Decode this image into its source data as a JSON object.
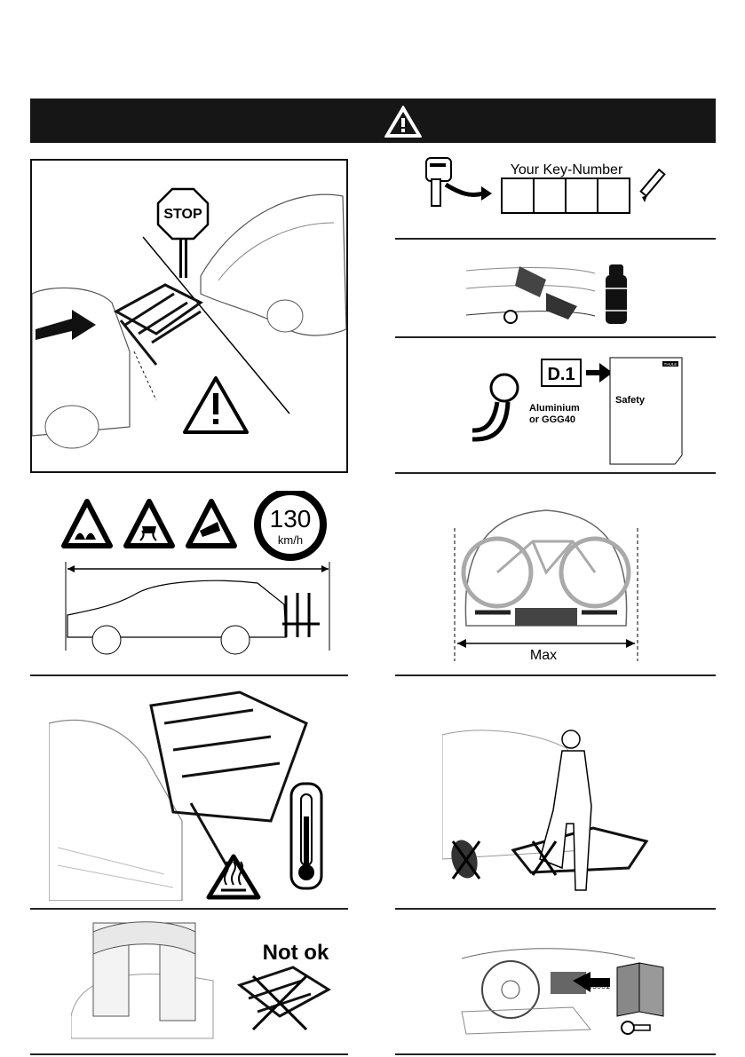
{
  "stop_sign": {
    "text": "STOP"
  },
  "speed_sign": {
    "value": "130",
    "unit": "km/h"
  },
  "key_number": {
    "label": "Your Key-Number",
    "boxes": 4
  },
  "hitch_info": {
    "ref": "D.1",
    "material_line1": "Aluminium",
    "material_line2": "or GGG40"
  },
  "safety_doc": {
    "title": "Safety",
    "brand": "THULE"
  },
  "width_panel": {
    "label": "Max"
  },
  "overload_panel": {
    "label": "Not ok"
  },
  "manual_code": {
    "text": "905001"
  },
  "colors": {
    "banner": "#161616",
    "line": "#222222"
  }
}
